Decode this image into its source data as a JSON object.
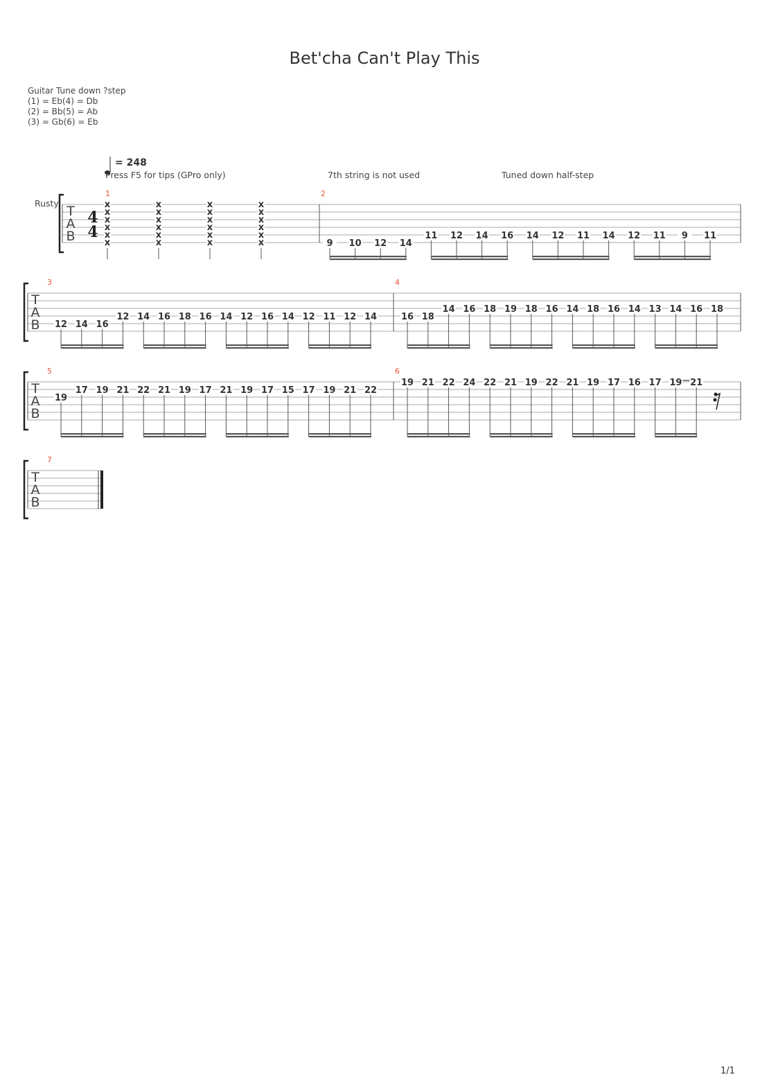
{
  "score": {
    "title": "Bet'cha Can't Play This",
    "tuning_lines": [
      "Guitar Tune down ?step",
      "(1) = Eb(4) = Db",
      "(2) = Bb(5) = Ab",
      "(3) = Gb(6) = Eb"
    ],
    "track_name": "Rusty",
    "tempo_label": "= 248",
    "time_signature": {
      "top": "4",
      "bottom": "4"
    },
    "text_annotations": [
      "Press F5 for tips (GPro only)",
      "7th string is not used",
      "Tuned down half-step"
    ],
    "page_number": "1/1"
  },
  "systems": [
    {
      "measures": [
        {
          "number": "1",
          "type": "dead-chords",
          "marks": [
            "x",
            "x",
            "x",
            "x"
          ]
        },
        {
          "number": "2",
          "type": "notes",
          "notes": [
            {
              "fret": "9",
              "string": 6
            },
            {
              "fret": "10",
              "string": 6
            },
            {
              "fret": "12",
              "string": 6
            },
            {
              "fret": "14",
              "string": 6
            },
            {
              "fret": "11",
              "string": 5
            },
            {
              "fret": "12",
              "string": 5
            },
            {
              "fret": "14",
              "string": 5
            },
            {
              "fret": "16",
              "string": 5
            },
            {
              "fret": "14",
              "string": 5
            },
            {
              "fret": "12",
              "string": 5
            },
            {
              "fret": "11",
              "string": 5
            },
            {
              "fret": "14",
              "string": 5
            },
            {
              "fret": "12",
              "string": 5
            },
            {
              "fret": "11",
              "string": 5
            },
            {
              "fret": "9",
              "string": 5
            },
            {
              "fret": "11",
              "string": 5
            }
          ]
        }
      ]
    },
    {
      "measures": [
        {
          "number": "3",
          "type": "notes",
          "notes": [
            {
              "fret": "12",
              "string": 5
            },
            {
              "fret": "14",
              "string": 5
            },
            {
              "fret": "16",
              "string": 5
            },
            {
              "fret": "12",
              "string": 4
            },
            {
              "fret": "14",
              "string": 4
            },
            {
              "fret": "16",
              "string": 4
            },
            {
              "fret": "18",
              "string": 4
            },
            {
              "fret": "16",
              "string": 4
            },
            {
              "fret": "14",
              "string": 4
            },
            {
              "fret": "12",
              "string": 4
            },
            {
              "fret": "16",
              "string": 4
            },
            {
              "fret": "14",
              "string": 4
            },
            {
              "fret": "12",
              "string": 4
            },
            {
              "fret": "11",
              "string": 4
            },
            {
              "fret": "12",
              "string": 4
            },
            {
              "fret": "14",
              "string": 4
            }
          ]
        },
        {
          "number": "4",
          "type": "notes",
          "notes": [
            {
              "fret": "16",
              "string": 4
            },
            {
              "fret": "18",
              "string": 4
            },
            {
              "fret": "14",
              "string": 3
            },
            {
              "fret": "16",
              "string": 3
            },
            {
              "fret": "18",
              "string": 3
            },
            {
              "fret": "19",
              "string": 3
            },
            {
              "fret": "18",
              "string": 3
            },
            {
              "fret": "16",
              "string": 3
            },
            {
              "fret": "14",
              "string": 3
            },
            {
              "fret": "18",
              "string": 3
            },
            {
              "fret": "16",
              "string": 3
            },
            {
              "fret": "14",
              "string": 3
            },
            {
              "fret": "13",
              "string": 3
            },
            {
              "fret": "14",
              "string": 3
            },
            {
              "fret": "16",
              "string": 3
            },
            {
              "fret": "18",
              "string": 3
            }
          ]
        }
      ]
    },
    {
      "measures": [
        {
          "number": "5",
          "type": "notes",
          "notes": [
            {
              "fret": "19",
              "string": 3
            },
            {
              "fret": "17",
              "string": 2
            },
            {
              "fret": "19",
              "string": 2
            },
            {
              "fret": "21",
              "string": 2
            },
            {
              "fret": "22",
              "string": 2
            },
            {
              "fret": "21",
              "string": 2
            },
            {
              "fret": "19",
              "string": 2
            },
            {
              "fret": "17",
              "string": 2
            },
            {
              "fret": "21",
              "string": 2
            },
            {
              "fret": "19",
              "string": 2
            },
            {
              "fret": "17",
              "string": 2
            },
            {
              "fret": "15",
              "string": 2
            },
            {
              "fret": "17",
              "string": 2
            },
            {
              "fret": "19",
              "string": 2
            },
            {
              "fret": "21",
              "string": 2
            },
            {
              "fret": "22",
              "string": 2
            }
          ]
        },
        {
          "number": "6",
          "type": "notes",
          "ends_with_rest": true,
          "notes": [
            {
              "fret": "19",
              "string": 1
            },
            {
              "fret": "21",
              "string": 1
            },
            {
              "fret": "22",
              "string": 1
            },
            {
              "fret": "24",
              "string": 1
            },
            {
              "fret": "22",
              "string": 1
            },
            {
              "fret": "21",
              "string": 1
            },
            {
              "fret": "19",
              "string": 1
            },
            {
              "fret": "22",
              "string": 1
            },
            {
              "fret": "21",
              "string": 1
            },
            {
              "fret": "19",
              "string": 1
            },
            {
              "fret": "17",
              "string": 1
            },
            {
              "fret": "16",
              "string": 1
            },
            {
              "fret": "17",
              "string": 1
            },
            {
              "fret": "19",
              "string": 1
            },
            {
              "fret": "21",
              "string": 1
            }
          ]
        }
      ]
    },
    {
      "measures": [
        {
          "number": "7",
          "type": "empty-final"
        }
      ]
    }
  ],
  "colors": {
    "measure_number": "#e8573a",
    "staff_line": "#aaaaaa",
    "ink": "#333333"
  }
}
